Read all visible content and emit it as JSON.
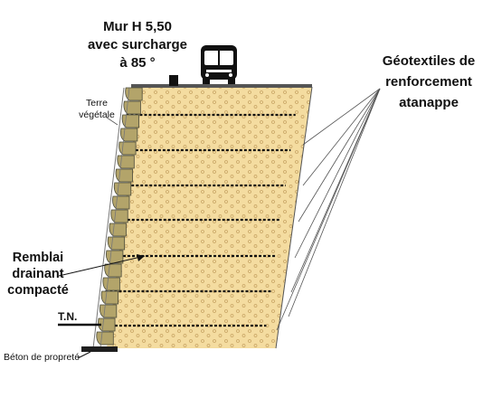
{
  "title": {
    "line1": "Mur H 5,50",
    "line2": "avec surcharge",
    "line3": "à 85 °"
  },
  "geotextiles": {
    "line1": "Géotextiles de",
    "line2": "renforcement",
    "line3": "atanappe"
  },
  "terre_vegetale": {
    "line1": "Terre",
    "line2": "végétale"
  },
  "remblai": {
    "line1": "Remblai",
    "line2": "drainant",
    "line3": "compacté"
  },
  "tn": "T.N.",
  "beton": "Béton de propreté",
  "colors": {
    "fill": "#f4dca0",
    "dots": "#c8a565",
    "facing": "#b3a46a",
    "outline": "#3a3a3a"
  },
  "icons": {
    "vehicle": "bus-front-icon"
  }
}
